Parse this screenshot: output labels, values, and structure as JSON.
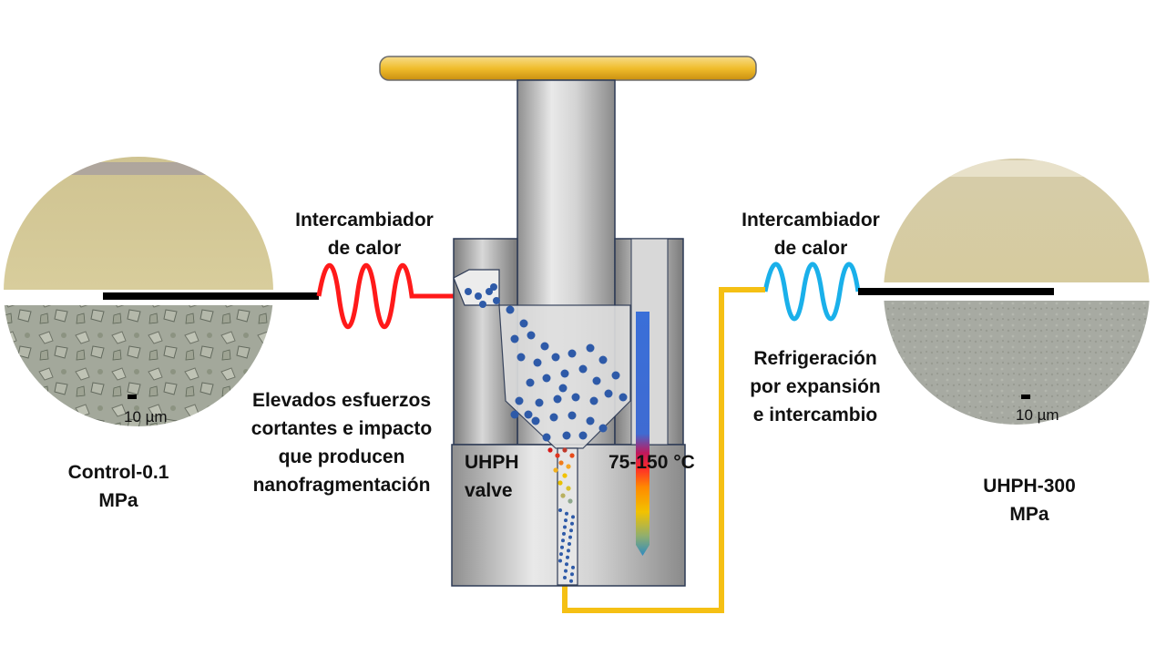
{
  "colors": {
    "hot_coil": "#ff1a1a",
    "cold_coil": "#1ab0ea",
    "outlet_pipe": "#f5c014",
    "particle": "#2e5aa8",
    "thermometer_top": "#3a6fd8",
    "valve_body": "#bcbcbc",
    "handle": "#f2c53a"
  },
  "icons": {
    "inlet_heat_exchanger": "coil-icon",
    "outlet_heat_exchanger": "coil-icon",
    "thermometer": "thermometer-icon"
  },
  "left_sample": {
    "scale_label": "10 µm",
    "caption_line1": "Control-0.1",
    "caption_line2": "MPa"
  },
  "right_sample": {
    "scale_label": "10 µm",
    "caption_line1": "UHPH-300",
    "caption_line2": "MPa"
  },
  "heat_exchanger_in": {
    "line1": "Intercambiador",
    "line2": "de calor"
  },
  "heat_exchanger_out": {
    "line1": "Intercambiador",
    "line2": "de calor"
  },
  "shear_note": {
    "line1": "Elevados esfuerzos",
    "line2": "cortantes e impacto",
    "line3": "que producen",
    "line4": "nanofragmentación"
  },
  "cooling_note": {
    "line1": "Refrigeración",
    "line2": "por expansión",
    "line3": "e intercambio"
  },
  "valve": {
    "line1": "UHPH",
    "line2": "valve"
  },
  "temperature": "75-150 °C"
}
